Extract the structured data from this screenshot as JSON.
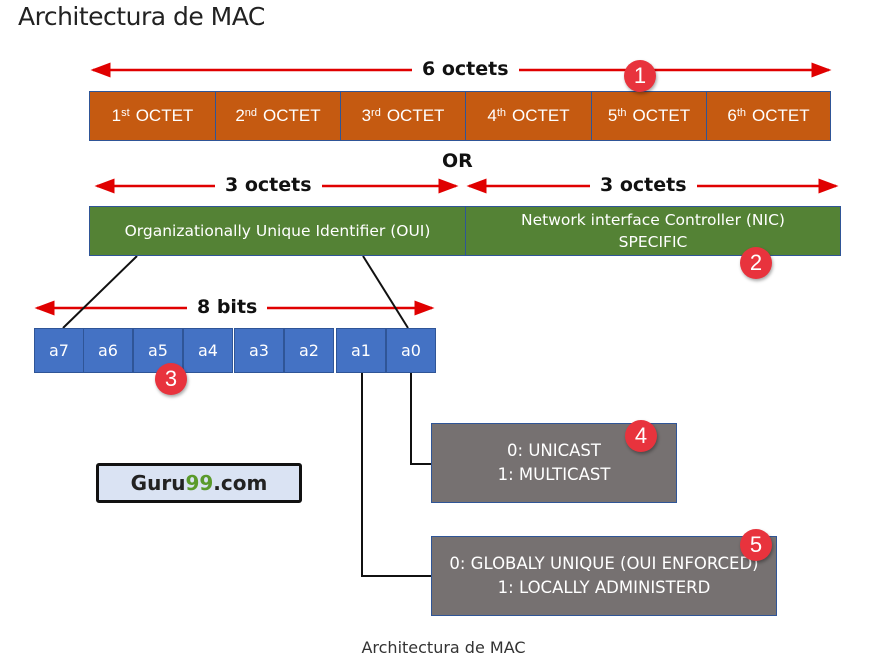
{
  "page_title": "Architectura de MAC",
  "caption": "Architectura de MAC",
  "colors": {
    "octet": "#c55a11",
    "oui": "#548235",
    "bit": "#4472c4",
    "info_box": "#767171",
    "arrow": "#e00000",
    "badge": "#e8333d"
  },
  "octets_row": {
    "span_label": "6 octets",
    "items": [
      {
        "num": "1",
        "sup": "st",
        "label": "OCTET"
      },
      {
        "num": "2",
        "sup": "nd",
        "label": "OCTET"
      },
      {
        "num": "3",
        "sup": "rd",
        "label": "OCTET"
      },
      {
        "num": "4",
        "sup": "th",
        "label": "OCTET"
      },
      {
        "num": "5",
        "sup": "th",
        "label": "OCTET"
      },
      {
        "num": "6",
        "sup": "th",
        "label": "OCTET"
      }
    ]
  },
  "or_label": "OR",
  "split_row": {
    "oui": {
      "span_label": "3 octets",
      "label": "Organizationally Unique Identifier (OUI)"
    },
    "nic": {
      "span_label": "3 octets",
      "line1": "Network interface Controller (NIC)",
      "line2": "SPECIFIC"
    }
  },
  "bits_row": {
    "span_label": "8 bits",
    "bits": [
      "a7",
      "a6",
      "a5",
      "a4",
      "a3",
      "a2",
      "a1",
      "a0"
    ]
  },
  "cast_box": {
    "line1": "0: UNICAST",
    "line2": "1: MULTICAST"
  },
  "admin_box": {
    "line1": "0: GLOBALY UNIQUE (OUI ENFORCED)",
    "line2": "1: LOCALLY ADMINISTERD"
  },
  "badges": [
    "1",
    "2",
    "3",
    "4",
    "5"
  ],
  "logo": {
    "prefix": "Guru",
    "accent": "99",
    "suffix": ".com"
  }
}
